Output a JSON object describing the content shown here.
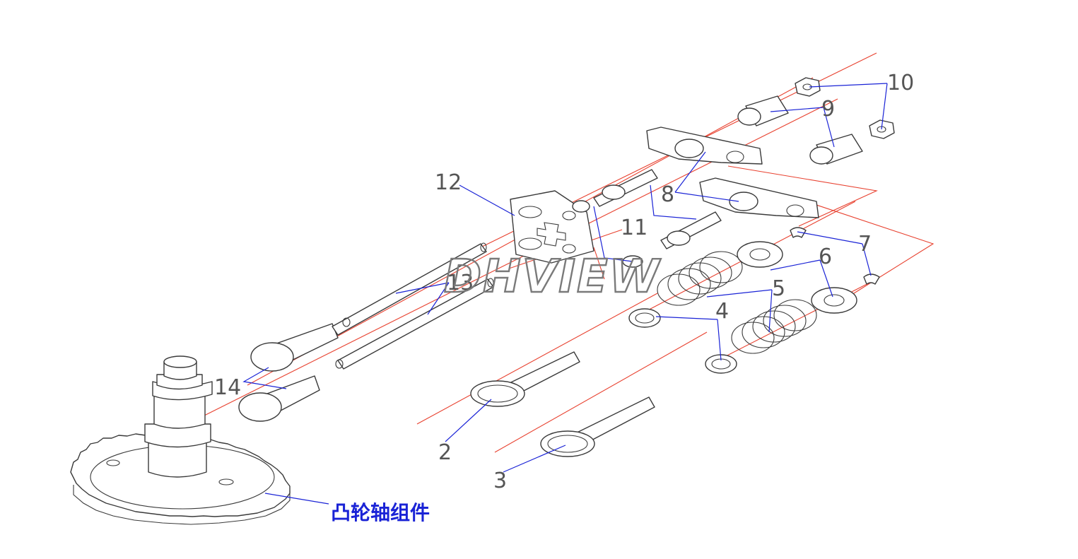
{
  "watermark": "DHVIEW",
  "assembly_label": "凸轮轴组件",
  "callouts": {
    "c2": "2",
    "c3": "3",
    "c4": "4",
    "c5": "5",
    "c6": "6",
    "c7": "7",
    "c8": "8",
    "c9": "9",
    "c10": "10",
    "c11": "11",
    "c12": "12",
    "c13": "13",
    "c14": "14"
  },
  "colors": {
    "axis_line": "#e8412f",
    "leader_line": "#1a23d6",
    "part_outline": "#3a3a3a",
    "callout_text": "#555555"
  }
}
